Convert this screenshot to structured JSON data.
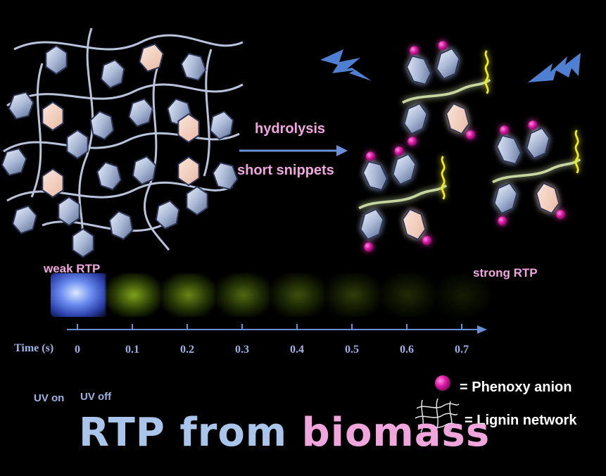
{
  "arrow_top_label": "hydrolysis",
  "arrow_bottom_label": "short snippets",
  "weak_label": "weak RTP",
  "strong_label": "strong RTP",
  "time_axis": {
    "label": "Time (s)",
    "ticks": [
      "0",
      "0.1",
      "0.2",
      "0.3",
      "0.4",
      "0.5",
      "0.6",
      "0.7"
    ]
  },
  "uv_on": "UV on",
  "uv_off": "UV off",
  "legend": {
    "phenoxy": "= Phenoxy anion",
    "lignin": "= Lignin network"
  },
  "title": {
    "part1": "RTP from ",
    "part2": "biomass"
  },
  "colors": {
    "accent_pink": "#f2a6e0",
    "accent_blue": "#9fb2e6",
    "glow_yellow": "#e8ff3a",
    "phenoxy_magenta": "#e01aa8",
    "arrow_blue": "#6a8fd6"
  },
  "frame_glow_levels": [
    1.0,
    0.85,
    0.7,
    0.55,
    0.42,
    0.32,
    0.22,
    0.14
  ]
}
